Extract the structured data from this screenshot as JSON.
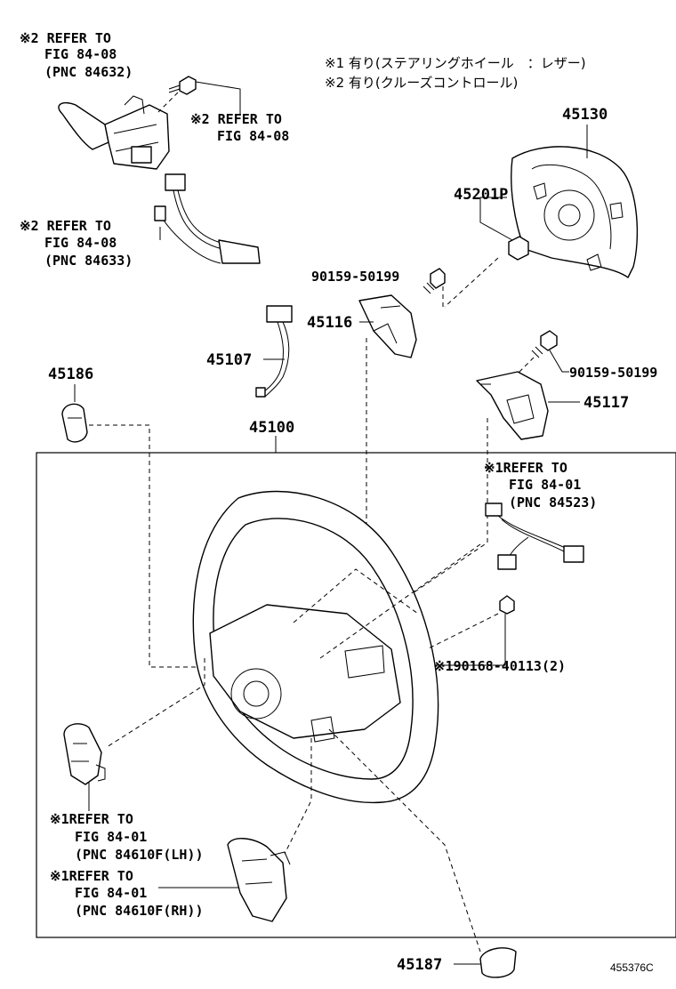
{
  "notes": {
    "note1": "※1 有り(ステアリングホイール　：レザー)",
    "note2": "※2 有り(クルーズコントロール)"
  },
  "refs": {
    "cruise_switch": [
      "※2 REFER TO",
      "FIG 84-08",
      "(PNC 84632)"
    ],
    "cruise_screw": [
      "※2 REFER TO",
      "FIG 84-08"
    ],
    "cruise_wire": [
      "※2 REFER TO",
      "FIG 84-08",
      "(PNC 84633)"
    ],
    "steering_wire": [
      "※1REFER TO",
      "FIG 84-01",
      "(PNC 84523)"
    ],
    "switch_lh": [
      "※1REFER TO",
      "FIG 84-01",
      "(PNC 84610F(LH))"
    ],
    "switch_rh": [
      "※1REFER TO",
      "FIG 84-01",
      "(PNC 84610F(RH))"
    ]
  },
  "parts": {
    "p45130": "45130",
    "p45201P": "45201P",
    "p90159_top": "90159-50199",
    "p45116": "45116",
    "p45107": "45107",
    "p45186": "45186",
    "p90159_right": "90159-50199",
    "p45117": "45117",
    "p45100": "45100",
    "p90168": "※190168-40113(2)",
    "p45187": "45187"
  },
  "drawing_code": "455376C"
}
